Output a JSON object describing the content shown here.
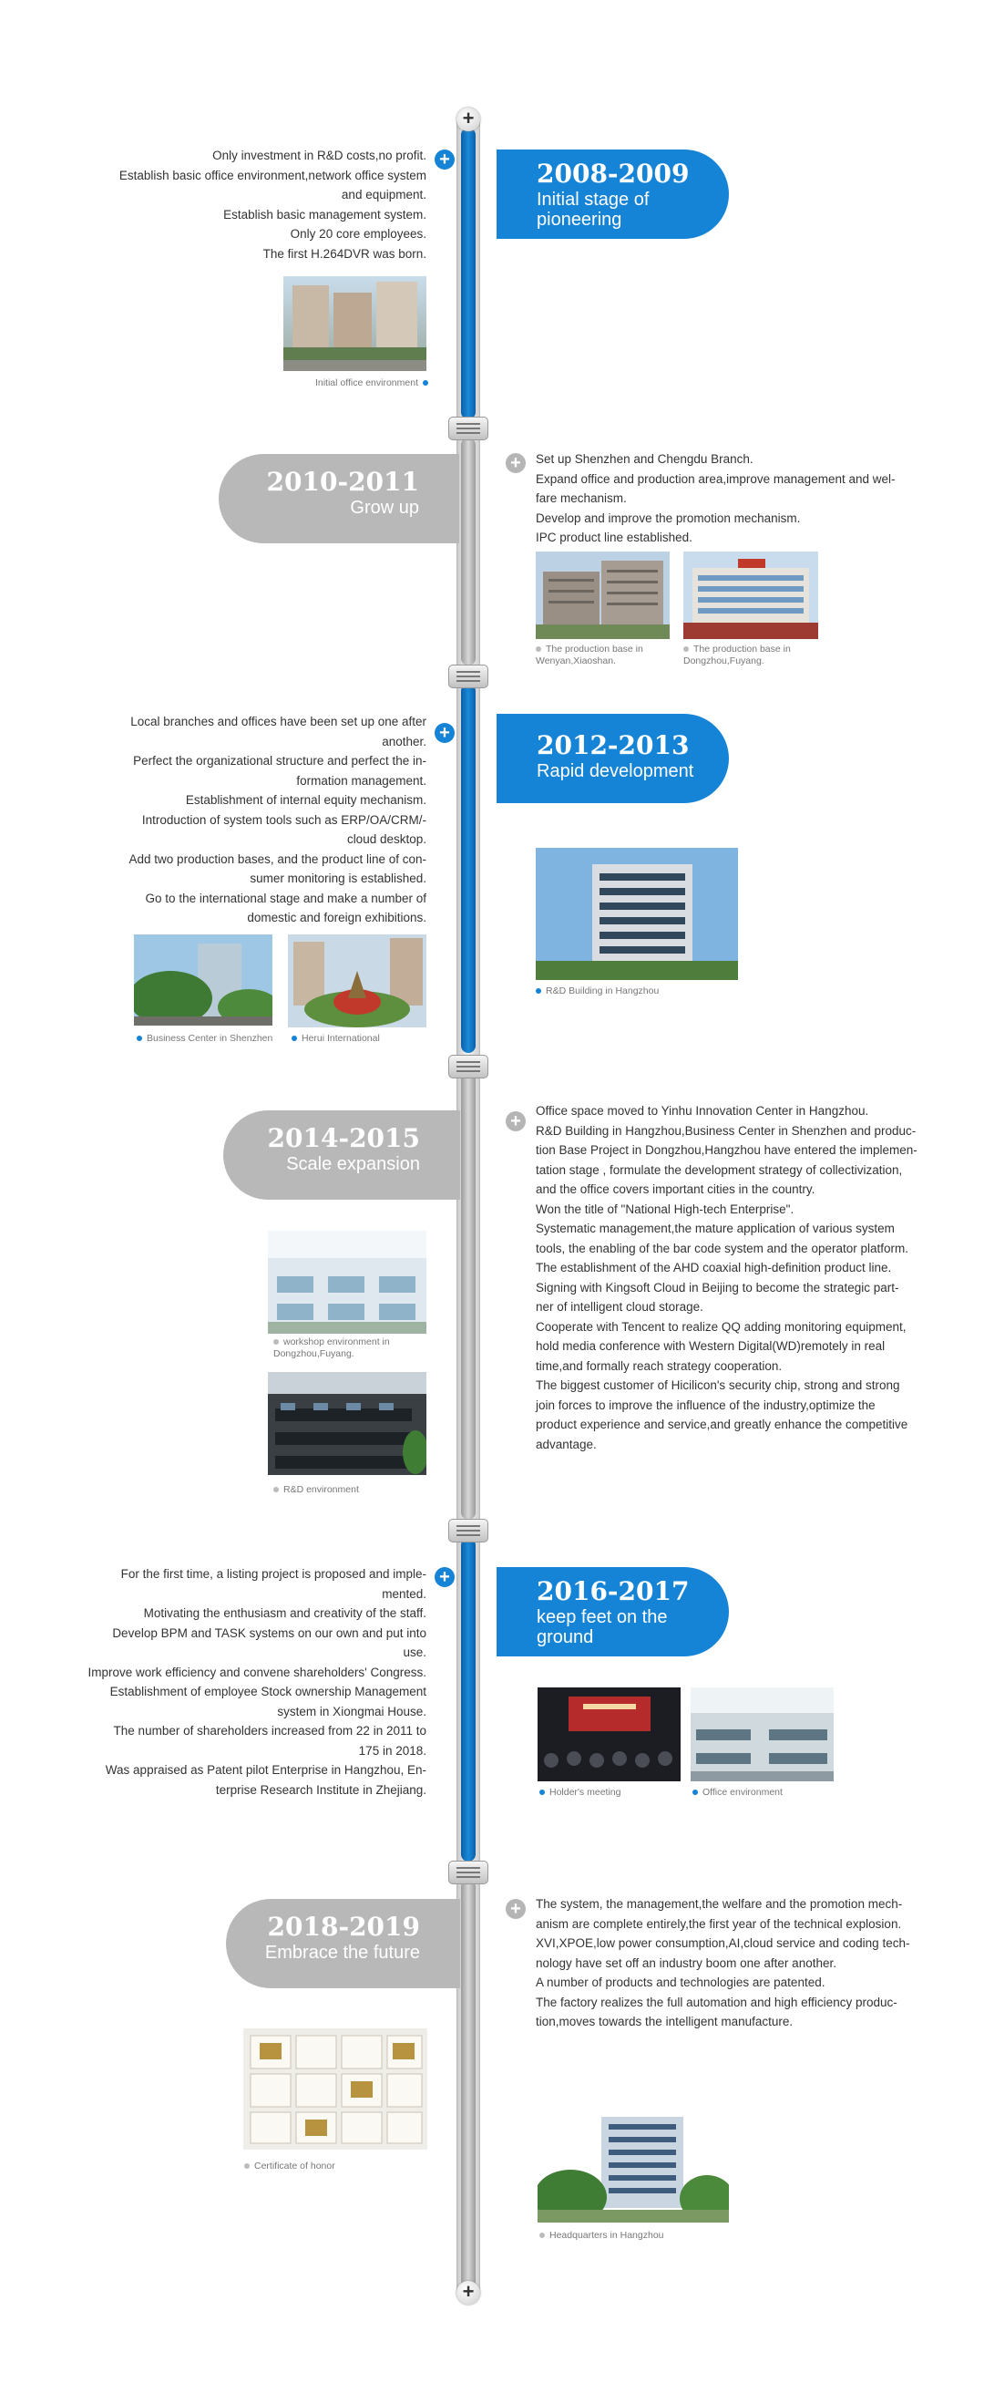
{
  "timeline": {
    "top_cap": "+",
    "bottom_cap": "+",
    "plus_marker": "+"
  },
  "stages": [
    {
      "years": "2008-2009",
      "title_line1": "Initial stage of",
      "title_line2": "pioneering",
      "lines": [
        "Only investment in R&D costs,no profit.",
        "Establish basic office environment,network office system",
        "and equipment.",
        "Establish basic management system.",
        "Only 20 core employees.",
        "The first H.264DVR was born."
      ],
      "photos": [
        {
          "caption": "Initial office environment"
        }
      ]
    },
    {
      "years": "2010-2011",
      "title_line1": "Grow up",
      "lines": [
        "Set up Shenzhen and Chengdu Branch.",
        "Expand office and production area,improve management and wel-",
        "fare mechanism.",
        "Develop and improve the promotion mechanism.",
        "IPC product line established."
      ],
      "photos": [
        {
          "caption": "The production base in Wenyan,Xiaoshan."
        },
        {
          "caption": "The production base in Dongzhou,Fuyang."
        }
      ]
    },
    {
      "years": "2012-2013",
      "title_line1": "Rapid development",
      "lines": [
        "Local branches and offices have been set up one after",
        "another.",
        "Perfect the organizational structure and perfect the in-",
        "formation management.",
        "Establishment of internal equity mechanism.",
        "Introduction of system tools such as ERP/OA/CRM/-",
        "cloud desktop.",
        "Add two production bases, and the product line of con-",
        "sumer monitoring is established.",
        "Go to the international stage and make a number of",
        "domestic and foreign exhibitions."
      ],
      "photos": [
        {
          "caption": "R&D Building in Hangzhou"
        },
        {
          "caption": "Business Center in Shenzhen"
        },
        {
          "caption": "Herui International"
        }
      ]
    },
    {
      "years": "2014-2015",
      "title_line1": "Scale expansion",
      "lines": [
        "Office space moved to Yinhu Innovation Center in Hangzhou.",
        "R&D Building in Hangzhou,Business Center in Shenzhen and produc-",
        "tion Base Project in Dongzhou,Hangzhou have entered the implemen-",
        "tation stage , formulate the development strategy of collectivization,",
        "and the office covers important cities in the country.",
        "Won the title of \"National High-tech Enterprise\".",
        "Systematic management,the mature application of various system",
        "tools, the enabling of the bar code system and the operator platform.",
        "The establishment of the AHD coaxial high-definition product line.",
        "Signing with Kingsoft Cloud in Beijing to become the strategic part-",
        "ner of intelligent cloud storage.",
        "Cooperate with Tencent to realize QQ adding monitoring equipment,",
        "hold media conference with Western Digital(WD)remotely in real",
        "time,and formally reach strategy cooperation.",
        "The biggest customer of Hicilicon's security chip, strong and strong",
        "join forces to improve the influence of the industry,optimize the",
        "product experience and service,and greatly enhance the competitive",
        "advantage."
      ],
      "photos": [
        {
          "caption": "workshop environment in Dongzhou,Fuyang."
        },
        {
          "caption": "R&D environment"
        }
      ]
    },
    {
      "years": "2016-2017",
      "title_line1": "keep feet on the",
      "title_line2": "ground",
      "lines": [
        "For the first time, a listing project is proposed and imple-",
        "mented.",
        "Motivating the enthusiasm and creativity of the staff.",
        "Develop BPM and TASK systems on our own and put into",
        "use.",
        "Improve work efficiency and convene shareholders' Congress.",
        "Establishment of employee Stock ownership Management",
        "system in Xiongmai House.",
        "The number of shareholders increased from 22 in 2011 to",
        "175 in 2018.",
        "Was appraised as Patent pilot Enterprise in Hangzhou, En-",
        "terprise Research Institute in Zhejiang."
      ],
      "photos": [
        {
          "caption": "Holder's meeting"
        },
        {
          "caption": "Office environment"
        }
      ]
    },
    {
      "years": "2018-2019",
      "title_line1": "Embrace the future",
      "lines": [
        "The system, the management,the welfare and the promotion mech-",
        "anism are complete entirely,the first year of the technical explosion.",
        "XVI,XPOE,low power consumption,AI,cloud service and coding tech-",
        "nology have set off an industry boom one after another.",
        "A number of products and technologies are patented.",
        "The factory realizes the full automation and high efficiency produc-",
        "tion,moves towards the intelligent manufacture."
      ],
      "photos": [
        {
          "caption": "Certificate of honor"
        },
        {
          "caption": "Headquarters in Hangzhou"
        }
      ]
    }
  ]
}
